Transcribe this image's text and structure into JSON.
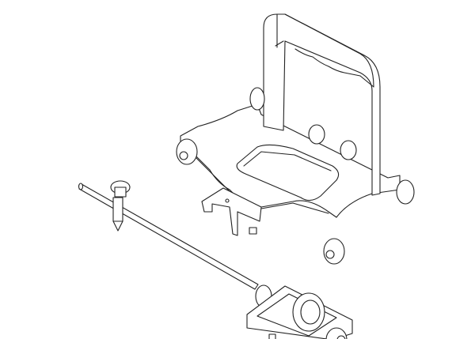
{
  "drawing": {
    "type": "isometric technical line drawing",
    "parts": [
      "handle-frame",
      "base-plate",
      "guide-rod",
      "locking-knob",
      "rod-carriage",
      "wheels"
    ],
    "line_color": "#222222",
    "background": "#ffffff"
  }
}
